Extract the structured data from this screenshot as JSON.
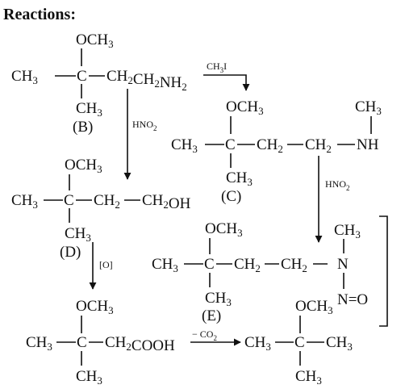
{
  "heading": "Reactions:",
  "compound_B": {
    "label": "(B)",
    "substituent": "OCH3",
    "left_methyl": "CH3",
    "center": "C",
    "chain": "CH2CH2NH2",
    "bottom_methyl": "CH3"
  },
  "compound_C": {
    "label": "(C)",
    "substituent": "OCH3",
    "left_methyl": "CH3",
    "center": "C",
    "ch2_a": "CH2",
    "ch2_b": "CH2",
    "nh": "NH",
    "n_methyl": "CH3",
    "bottom_methyl": "CH3"
  },
  "compound_D": {
    "label": "(D)",
    "substituent": "OCH3",
    "left_methyl": "CH3",
    "center": "C",
    "ch2_a": "CH2",
    "chain_end": "CH2OH",
    "bottom_methyl": "CH3"
  },
  "compound_E": {
    "label": "(E)",
    "substituent": "OCH3",
    "left_methyl": "CH3",
    "center": "C",
    "ch2_a": "CH2",
    "ch2_b": "CH2",
    "n": "N",
    "n_methyl": "CH3",
    "nitroso": "N=O",
    "bottom_methyl": "CH3"
  },
  "acid": {
    "substituent": "OCH3",
    "left_methyl": "CH3",
    "center": "C",
    "chain": "CH2COOH",
    "bottom_methyl": "CH3"
  },
  "product": {
    "substituent": "OCH3",
    "left_methyl": "CH3",
    "center": "C",
    "right_methyl": "CH3",
    "bottom_methyl": "CH3"
  },
  "reagents": {
    "methylation": "CH3I",
    "nitrous_acid_1": "HNO2",
    "nitrous_acid_2": "HNO2",
    "oxidation": "[O]",
    "decarboxylation": "− CO2"
  }
}
